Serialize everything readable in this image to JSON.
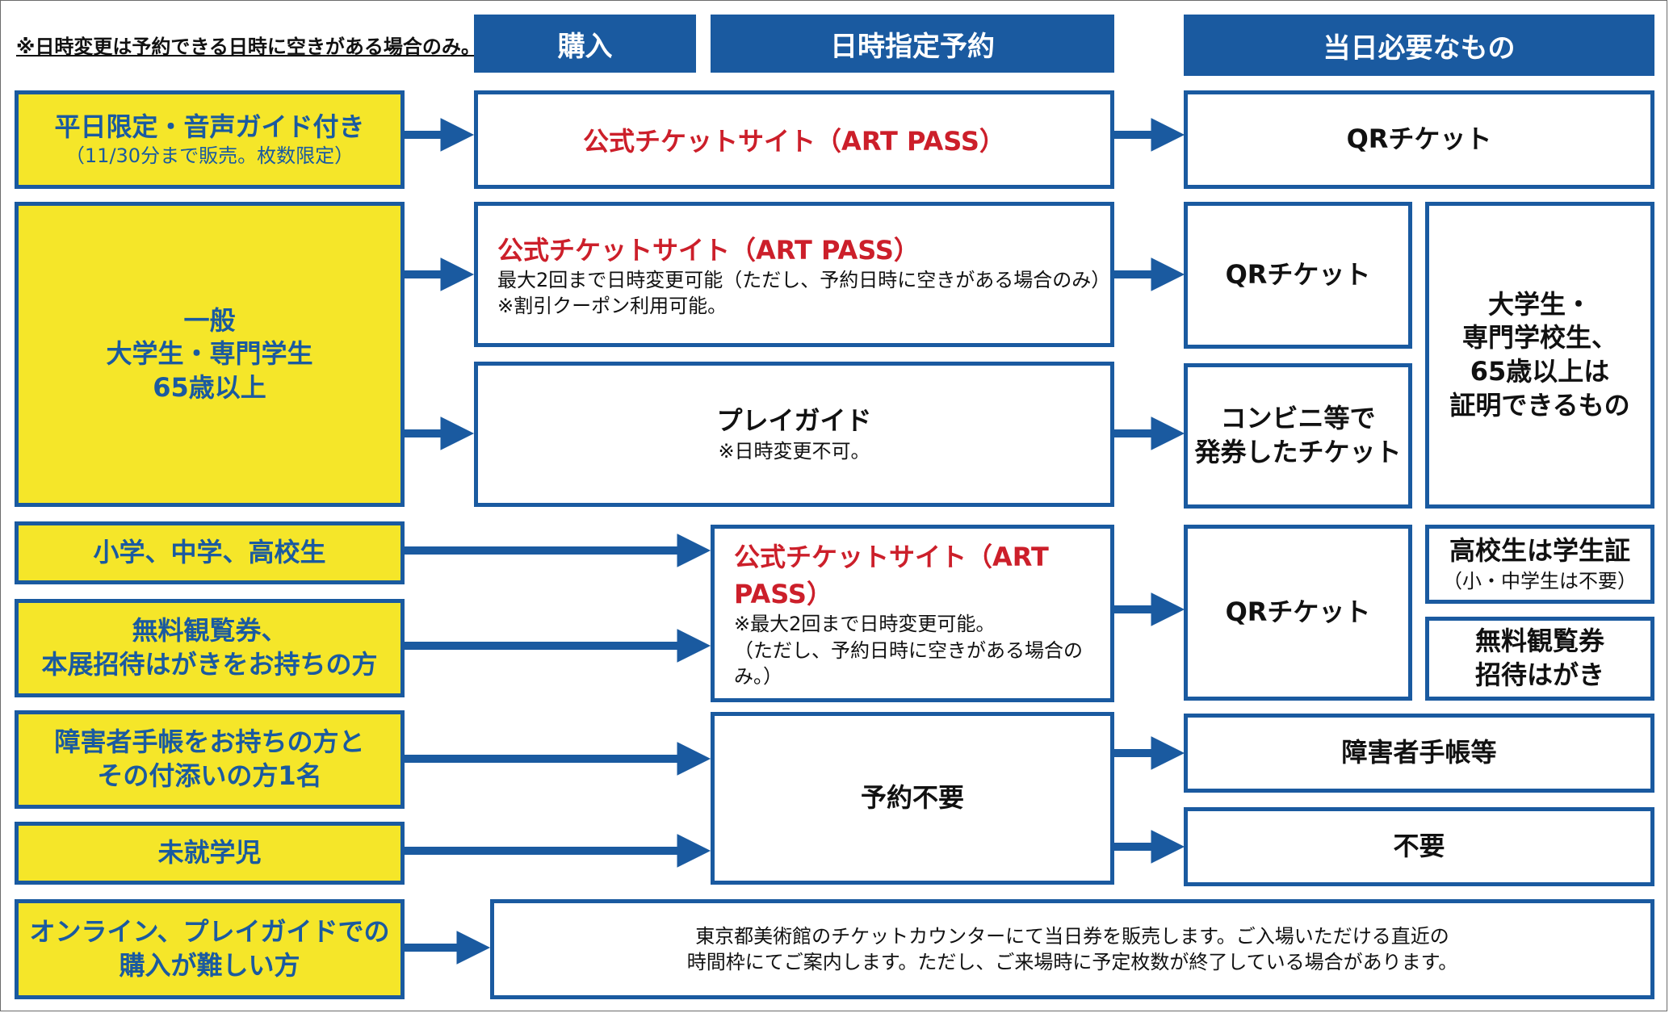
{
  "note_top": "※日時変更は予約できる日時に空きがある場合のみ。",
  "headers": {
    "purchase": "購入",
    "reservation": "日時指定予約",
    "needed": "当日必要なもの"
  },
  "rows": {
    "weekday": {
      "title": "平日限定・音声ガイド付き",
      "sub": "（11/30分まで販売。枚数限定）"
    },
    "general": {
      "line1": "一般",
      "line2": "大学生・専門学生",
      "line3": "65歳以上"
    },
    "school": {
      "title": "小学、中学、高校生"
    },
    "free": {
      "line1": "無料観覧券、",
      "line2": "本展招待はがきをお持ちの方"
    },
    "disabled": {
      "line1": "障害者手帳をお持ちの方と",
      "line2": "その付添いの方1名"
    },
    "preschool": {
      "title": "未就学児"
    },
    "online": {
      "line1": "オンライン、プレイガイドでの",
      "line2": "購入が難しい方"
    }
  },
  "reserve": {
    "official1": "公式チケットサイト（ART PASS）",
    "official2": "公式チケットサイト（ART PASS）",
    "official2_note1": "最大2回まで日時変更可能（ただし、予約日時に空きがある場合のみ）",
    "official2_note2": "※割引クーポン利用可能。",
    "playguide": "プレイガイド",
    "playguide_note": "※日時変更不可。",
    "official3": "公式チケットサイト（ART PASS）",
    "official3_note1": "※最大2回まで日時変更可能。",
    "official3_note2": "（ただし、予約日時に空きがある場合のみ。）",
    "no_reservation": "予約不要",
    "counter_line1": "東京都美術館のチケットカウンターにて当日券を販売します。ご入場いただける直近の",
    "counter_line2": "時間枠にてご案内します。ただし、ご来場時に予定枚数が終了している場合があります。"
  },
  "needed": {
    "qr1": "QRチケット",
    "qr2": "QRチケット",
    "conv_line1": "コンビニ等で",
    "conv_line2": "発券したチケット",
    "id_line1": "大学生・",
    "id_line2": "専門学校生、",
    "id_line3": "65歳以上は",
    "id_line4": "証明できるもの",
    "qr3": "QRチケット",
    "hs_title": "高校生は学生証",
    "hs_sub": "（小・中学生は不要）",
    "free_line1": "無料観覧券",
    "free_line2": "招待はがき",
    "handbook": "障害者手帳等",
    "none": "不要"
  },
  "colors": {
    "blue": "#1a5aa0",
    "yellow": "#f5e629",
    "red": "#cc1f2a"
  }
}
